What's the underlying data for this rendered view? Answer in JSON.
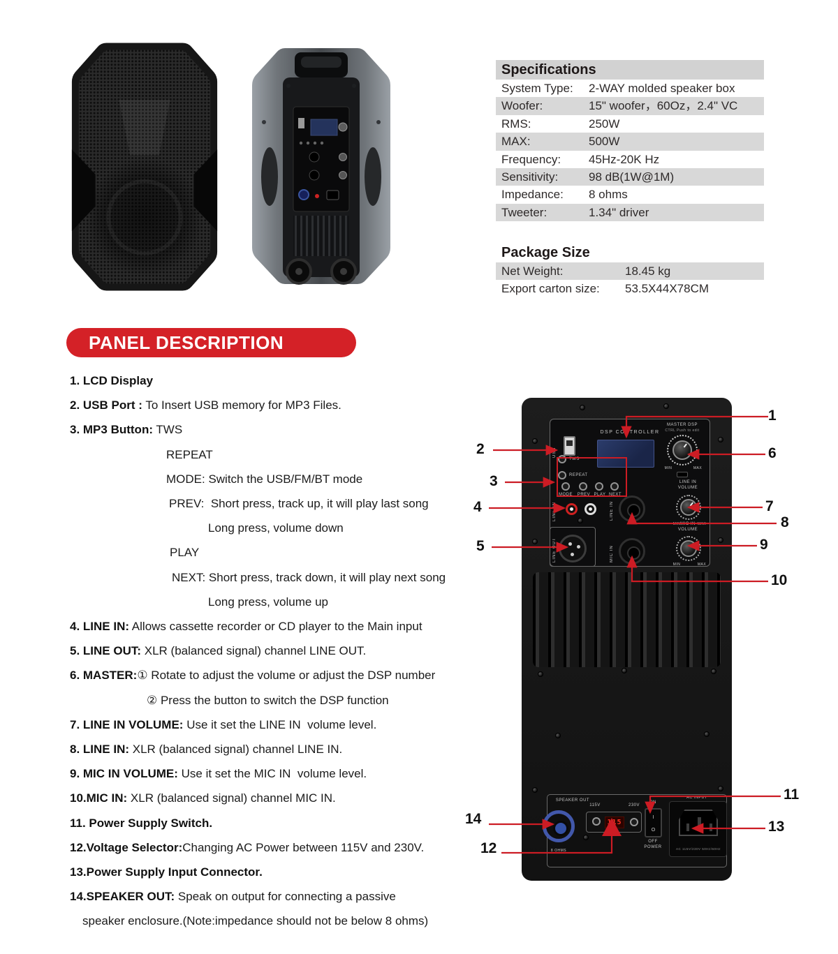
{
  "specs": {
    "title": "Specifications",
    "rows": [
      {
        "label": "System Type:",
        "value": "2-WAY molded speaker box"
      },
      {
        "label": "Woofer:",
        "value": "15\" woofer，60Oz，2.4\" VC"
      },
      {
        "label": "RMS:",
        "value": "250W"
      },
      {
        "label": "MAX:",
        "value": "500W"
      },
      {
        "label": "Frequency:",
        "value": "45Hz-20K Hz"
      },
      {
        "label": "Sensitivity:",
        "value": "98 dB(1W@1M)"
      },
      {
        "label": "Impedance:",
        "value": "8 ohms"
      },
      {
        "label": "Tweeter:",
        "value": "1.34\" driver"
      }
    ]
  },
  "package": {
    "title": "Package Size",
    "rows": [
      {
        "label": "Net Weight:",
        "value": "18.45 kg"
      },
      {
        "label": "Export carton size:",
        "value": "53.5X44X78CM"
      }
    ]
  },
  "banner": {
    "label": "PANEL DESCRIPTION"
  },
  "descriptions": [
    {
      "indent": 0,
      "bold": "1. LCD Display",
      "text": ""
    },
    {
      "indent": 0,
      "bold": "2. USB Port :",
      "text": " To Insert USB memory for MP3 Files."
    },
    {
      "indent": 0,
      "bold": "3. MP3 Button:",
      "text": " TWS"
    },
    {
      "indent": 138,
      "bold": "",
      "text": "REPEAT"
    },
    {
      "indent": 138,
      "bold": "",
      "text": "MODE: Switch the USB/FM/BT mode"
    },
    {
      "indent": 142,
      "bold": "",
      "text": "PREV:  Short press, track up, it will play last song"
    },
    {
      "indent": 198,
      "bold": "",
      "text": "Long press, volume down"
    },
    {
      "indent": 143,
      "bold": "",
      "text": "PLAY"
    },
    {
      "indent": 146,
      "bold": "",
      "text": "NEXT: Short press, track down, it will play next song"
    },
    {
      "indent": 198,
      "bold": "",
      "text": "Long press, volume up"
    },
    {
      "indent": 0,
      "bold": "4. LINE IN:",
      "text": " Allows cassette recorder or CD player to the Main input"
    },
    {
      "indent": 0,
      "bold": "5. LINE OUT:",
      "text": " XLR (balanced signal) channel LINE OUT."
    },
    {
      "indent": 0,
      "bold": "6. MASTER:",
      "text": "① Rotate to adjust the volume or adjust the DSP number"
    },
    {
      "indent": 110,
      "bold": "",
      "text": "② Press the button to switch the DSP function"
    },
    {
      "indent": 0,
      "bold": "7. LINE IN VOLUME:",
      "text": " Use it set the LINE IN  volume level."
    },
    {
      "indent": 0,
      "bold": "8. LINE IN:",
      "text": " XLR (balanced signal) channel LINE IN."
    },
    {
      "indent": 0,
      "bold": "9. MIC IN VOLUME:",
      "text": " Use it set the MIC IN  volume level."
    },
    {
      "indent": 0,
      "bold": "10.MIC IN:",
      "text": " XLR (balanced signal) channel MIC IN."
    },
    {
      "indent": 0,
      "bold": "11. Power Supply Switch.",
      "text": ""
    },
    {
      "indent": 0,
      "bold": "12.Voltage Selector:",
      "text": "Changing AC Power between 115V and 230V."
    },
    {
      "indent": 0,
      "bold": "13.Power Supply Input Connector.",
      "text": ""
    },
    {
      "indent": 0,
      "bold": "14.SPEAKER OUT:",
      "text": " Speak on output for connecting a passive"
    },
    {
      "indent": 18,
      "bold": "",
      "text": "speaker enclosure.(Note:impedance should not be below 8 ohms)"
    }
  ],
  "rear_panel": {
    "dsp_controller": "DSP CONTROLLER",
    "usb": "USB",
    "btn_tws": "TWS",
    "btn_repeat": "REPEAT",
    "btn_mode": "MODE",
    "btn_prev": "PREV",
    "btn_play": "PLAY",
    "btn_next": "NEXT",
    "master_line1": "MASTER DSP",
    "master_line2": "CTRL Push to edit",
    "min": "MIN",
    "max": "MAX",
    "line_in": "LINE IN",
    "line_out": "LINE OUT",
    "mic_in": "MIC IN",
    "volume": "VOLUME",
    "speaker_out": "SPEAKER OUT",
    "ohms": "8 OHMS",
    "v115": "115V",
    "v230": "230V",
    "voltage_display": "115",
    "on": "ON",
    "off": "OFF",
    "power": "POWER",
    "ac_input": "AC INPUT",
    "ac_rating": "AC 115V/230V 50Hz/60Hz"
  },
  "callouts": {
    "numbers": [
      "1",
      "2",
      "3",
      "4",
      "5",
      "6",
      "7",
      "8",
      "9",
      "10",
      "11",
      "12",
      "13",
      "14"
    ]
  },
  "colors": {
    "accent_red": "#d42127",
    "callout_red": "#cc1c24",
    "lcd_blue": "#25355e",
    "speakon_blue": "#4258ab"
  }
}
